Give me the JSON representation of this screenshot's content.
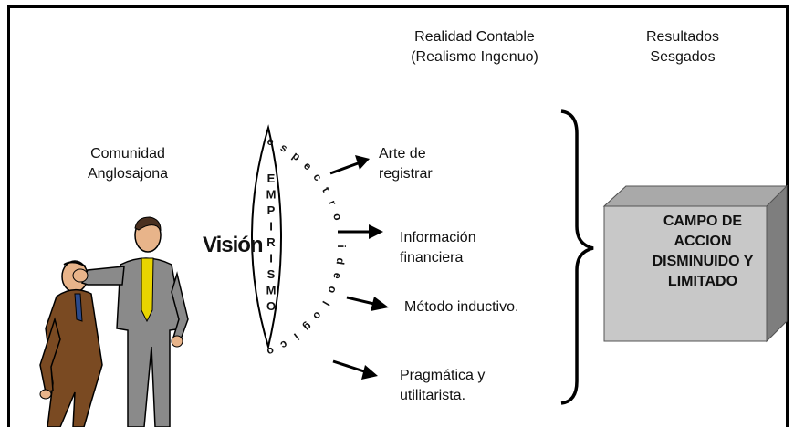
{
  "headers": {
    "realidad": [
      "Realidad Contable",
      "(Realismo Ingenuo)"
    ],
    "resultados": [
      "Resultados",
      "Sesgados"
    ]
  },
  "comunidad": [
    "Comunidad",
    "Anglosajona"
  ],
  "vision": "Visión",
  "empirismo_letters": [
    "E",
    "M",
    "P",
    "I",
    "R",
    "I",
    "S",
    "M",
    "O"
  ],
  "espectro_letters": [
    "e",
    "s",
    "p",
    "e",
    "c",
    "t",
    "r",
    "o",
    " ",
    "i",
    "d",
    "e",
    "o",
    "l",
    "o",
    "g",
    "i",
    "c",
    "o"
  ],
  "items": {
    "arte": [
      "Arte de",
      "registrar"
    ],
    "informacion": [
      "Información",
      "financiera"
    ],
    "metodo": [
      "Método inductivo."
    ],
    "pragmatica": [
      "Pragmática y",
      "utilitarista."
    ]
  },
  "box": [
    "CAMPO DE",
    "ACCION",
    "DISMINUIDO Y",
    "LIMITADO"
  ],
  "colors": {
    "box_front": "#c8c8c8",
    "box_top": "#a9a9a9",
    "box_side": "#8c8c8c",
    "suit_gray": "#8a8a8a",
    "suit_brown": "#7a4a22",
    "tie_yellow": "#e8d400",
    "skin": "#e8b48a"
  }
}
